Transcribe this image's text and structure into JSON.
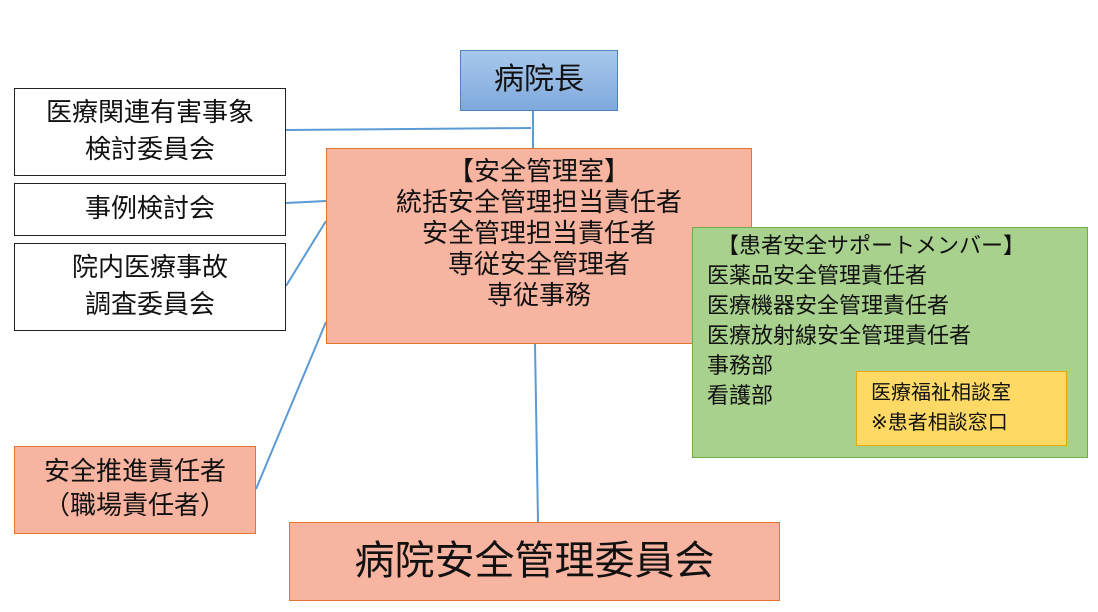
{
  "colors": {
    "connector": "#5b9bd5",
    "director_fill": "#8fb4e3",
    "office_fill": "#f7b4a0",
    "support_fill": "#a9d18e",
    "welfare_fill": "#ffd966"
  },
  "director": {
    "label": "病院長"
  },
  "committees": [
    {
      "lines": [
        "医療関連有害事象",
        "検討委員会"
      ]
    },
    {
      "lines": [
        "事例検討会"
      ]
    },
    {
      "lines": [
        "院内医療事故",
        "調査委員会"
      ]
    }
  ],
  "safety_office": {
    "lines": [
      "【安全管理室】",
      "統括安全管理担当責任者",
      "安全管理担当責任者",
      "専従安全管理者",
      "専従事務"
    ]
  },
  "support_members": {
    "title": "【患者安全サポートメンバー】",
    "members": [
      "医薬品安全管理責任者",
      "医療機器安全管理責任者",
      "医療放射線安全管理責任者",
      "事務部",
      "看護部"
    ]
  },
  "welfare_office": {
    "lines": [
      "医療福祉相談室",
      "※患者相談窓口"
    ]
  },
  "safety_promoter": {
    "lines": [
      "安全推進責任者",
      "（職場責任者）"
    ]
  },
  "hospital_committee": {
    "label": "病院安全管理委員会"
  }
}
